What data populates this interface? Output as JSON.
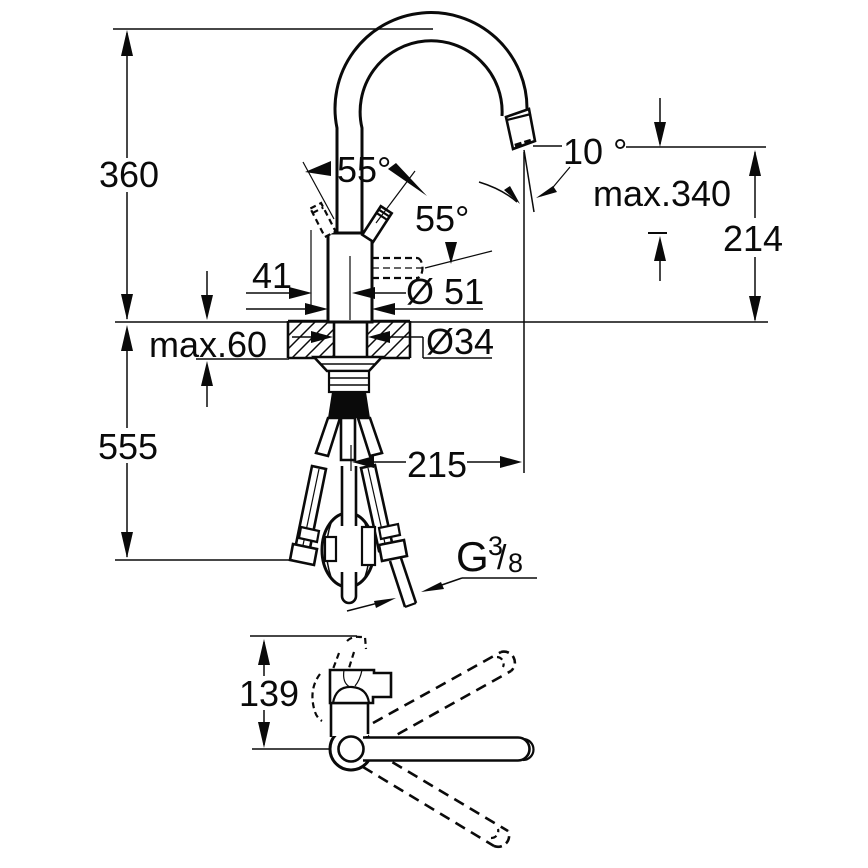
{
  "drawing": {
    "type": "technical-dimension-drawing",
    "subject": "kitchen-faucet-front-and-top-view",
    "line_color": "#0a0a0a",
    "background": "#ffffff",
    "dimensions": {
      "total_height": "360",
      "depth_below_deck": "555",
      "deck_thickness": "max.60",
      "handle_offset": "41",
      "body_diameter": "Ø 51",
      "hole_diameter": "Ø34",
      "spout_reach": "215",
      "spout_angle": "10 °",
      "pullout_extension": "max.340",
      "outlet_height": "214",
      "handle_swing_left": "55°",
      "handle_swing_right": "55°",
      "top_view_depth": "139",
      "thread_letter": "G",
      "thread_numerator": "3",
      "thread_slash": "/",
      "thread_denominator": "8"
    }
  }
}
